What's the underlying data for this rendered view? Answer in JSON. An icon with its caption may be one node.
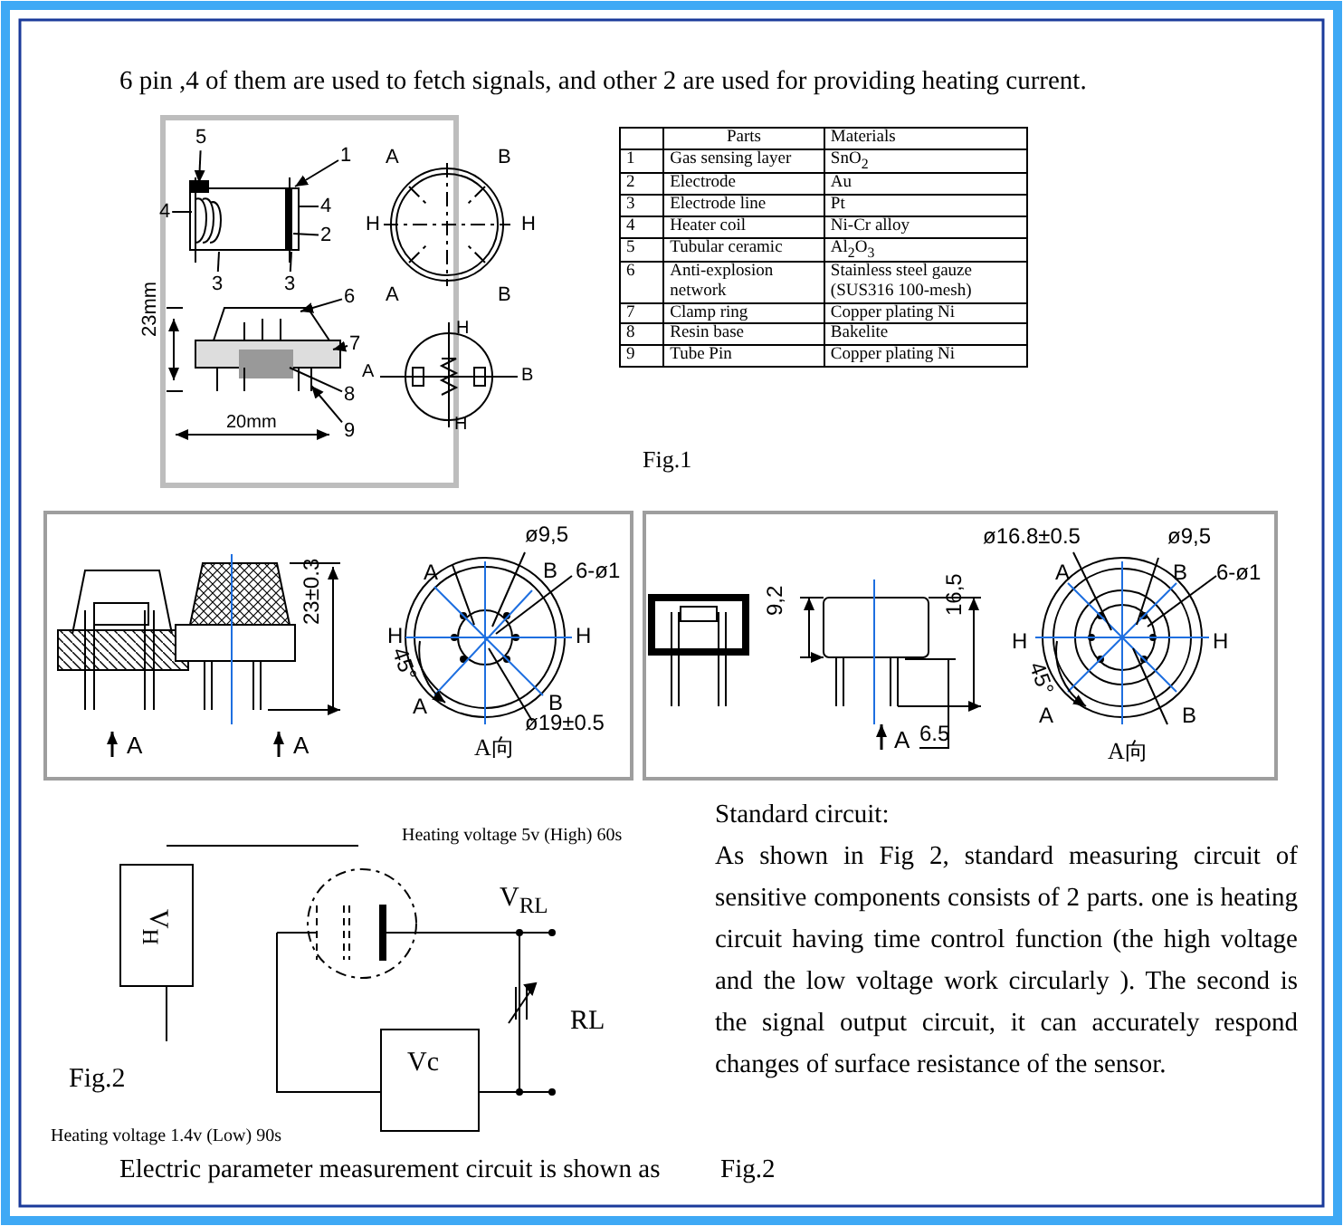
{
  "diagram": {
    "title": "6 pin ,4 of them are used to fetch signals, and other 2 are used for providing heating current.",
    "nodes": [
      {
        "text": [
          "5"
        ]
      },
      {
        "text": [
          "1"
        ]
      },
      {
        "text": [
          "4"
        ]
      },
      {
        "text": [
          "4"
        ]
      },
      {
        "text": [
          "2"
        ]
      },
      {
        "text": [
          "3"
        ]
      },
      {
        "text": [
          "3"
        ]
      },
      {
        "text": [
          "6"
        ]
      },
      {
        "text": [
          "7"
        ]
      },
      {
        "text": [
          "8"
        ]
      },
      {
        "text": [
          "9"
        ]
      },
      {
        "text": [
          "V$_{H}$"
        ]
      },
      {
        "text": [
          "Vc"
        ]
      },
      {
        "text": [],
        "shape": "picture"
      },
      {
        "text": [],
        "shape": "picture"
      }
    ],
    "edges": [
      {
        "from": 0,
        "to": 13,
        "arrow": "to"
      },
      {
        "from": 1,
        "to": 13,
        "arrow": "to"
      },
      {
        "from": 2,
        "to": 13,
        "arrow": "none"
      },
      {
        "from": 3,
        "to": 13,
        "arrow": "none"
      },
      {
        "from": 4,
        "to": 13,
        "arrow": "none"
      },
      {
        "from": 5,
        "to": 13,
        "arrow": "none"
      },
      {
        "from": 6,
        "to": 13,
        "arrow": "none"
      },
      {
        "from": 7,
        "to": 14,
        "arrow": "to"
      },
      {
        "from": 8,
        "to": 14,
        "arrow": "to"
      },
      {
        "from": 9,
        "to": 14,
        "arrow": "none"
      },
      {
        "from": 10,
        "to": 14,
        "arrow": "to"
      }
    ],
    "labels": [
      "A",
      "B",
      "H",
      "H",
      "A",
      "B",
      "23mm",
      "20mm",
      "H",
      "A",
      "B",
      "H",
      "Parts",
      "Materials",
      "1",
      "Gas sensing layer",
      "SnO$_{2}$",
      "2",
      "Electrode",
      "Au",
      "3",
      "Electrode line",
      "Pt",
      "4",
      "Heater coil",
      "Ni-Cr alloy",
      "5",
      "Tubular ceramic",
      "Al$_{2}$O$_{3}$",
      "6",
      "Anti-explosion network",
      "Stainless steel gauze (SUS316 100-mesh)",
      "7",
      "Clamp ring",
      "Copper plating Ni",
      "8",
      "Resin base",
      "Bakelite",
      "9",
      "Tube Pin",
      "Copper plating Ni",
      "Fig.1",
      "A",
      "A",
      "ø9,5",
      "A",
      "B",
      "6-ø1",
      "H",
      "H",
      "23±0.3",
      "45°",
      "A",
      "B",
      "ø19±0.5",
      "A向",
      "9,2",
      "16,5",
      "A",
      "6.5",
      "ø16.8±0.5",
      "ø9,5",
      "A",
      "B",
      "6-ø1",
      "H",
      "H",
      "45°",
      "A",
      "B",
      "A向",
      "Heating voltage 5v (High) 60s",
      "V$_{RL}$",
      "RL",
      "Fig.2",
      "Heating voltage 1.4v (Low) 90s",
      "Standard circuit:",
      "As shown in Fig 2, standard measuring circuit of sensitive components consists of 2 parts. one is heating circuit having time control function (the high voltage and the low voltage work circularly ). The second is the signal output circuit, it can accurately respond changes of surface resistance of the sensor.",
      "Electric parameter measurement circuit is shown as",
      "Fig.2"
    ]
  }
}
